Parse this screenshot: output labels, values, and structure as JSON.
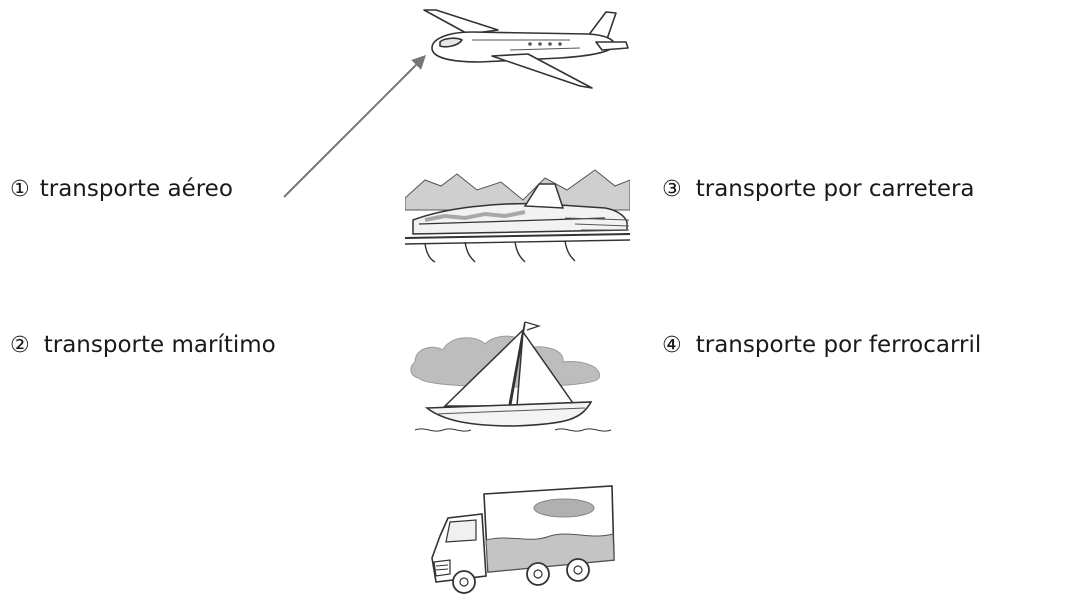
{
  "labels": [
    {
      "num": "①",
      "text": "transporte aéreo"
    },
    {
      "num": "②",
      "text": "transporte marítimo"
    },
    {
      "num": "③",
      "text": "transporte por carretera"
    },
    {
      "num": "④",
      "text": "transporte por ferrocarril"
    }
  ],
  "pictures": [
    "airplane",
    "train",
    "sailboat",
    "truck"
  ],
  "colors": {
    "line": "#333333",
    "arrow": "#777777",
    "cloud": "#bdbdbd",
    "truck_oval": "#b0b0b0"
  }
}
